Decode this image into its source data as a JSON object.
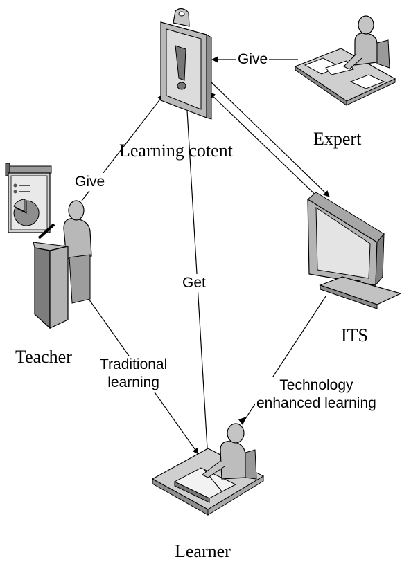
{
  "nodes": {
    "learning_content": {
      "label": "Learning cotent",
      "icon": "clipboard-alert-icon"
    },
    "expert": {
      "label": "Expert",
      "icon": "person-at-desk-icon"
    },
    "teacher": {
      "label": "Teacher",
      "icon": "presenter-at-podium-icon"
    },
    "its": {
      "label": "ITS",
      "icon": "computer-monitor-icon"
    },
    "learner": {
      "label": "Learner",
      "icon": "person-reading-book-icon"
    }
  },
  "edges": {
    "expert_gives": {
      "label": "Give",
      "from": "expert",
      "to": "learning_content"
    },
    "teacher_gives": {
      "label": "Give",
      "from": "teacher",
      "to": "learning_content"
    },
    "learner_gets": {
      "label": "Get",
      "from": "learning_content",
      "to": "learner"
    },
    "content_its": {
      "label": "",
      "from": "learning_content",
      "to": "its",
      "bidirectional": true
    },
    "traditional": {
      "line1": "Traditional",
      "line2": "learning",
      "from": "teacher",
      "to": "learner"
    },
    "technology": {
      "line1": "Technology",
      "line2": "enhanced learning",
      "from": "its",
      "to": "learner"
    }
  }
}
